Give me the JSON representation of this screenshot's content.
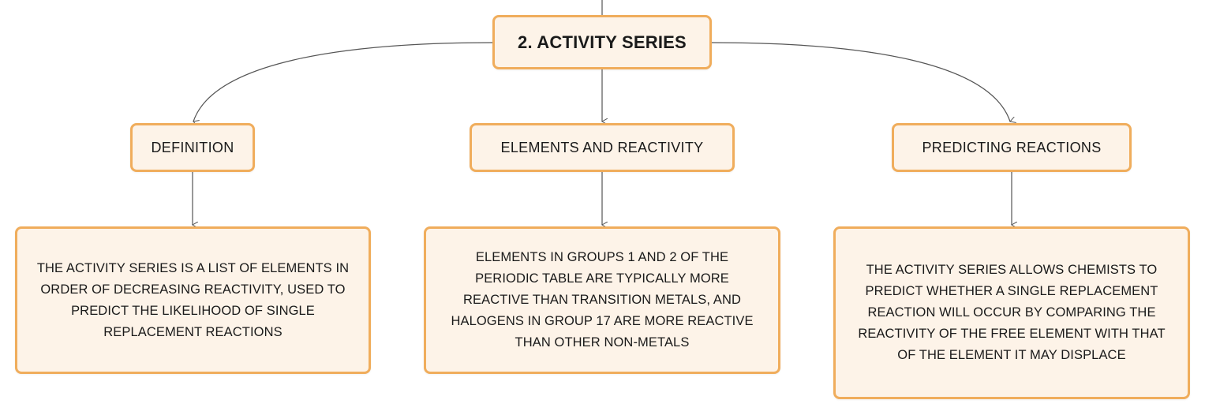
{
  "diagram": {
    "root": {
      "label": "2. ACTIVITY SERIES"
    },
    "branches": [
      {
        "label": "DEFINITION",
        "detail": "THE ACTIVITY SERIES IS A LIST OF ELEMENTS IN ORDER OF DECREASING REACTIVITY, USED TO PREDICT THE LIKELIHOOD OF SINGLE REPLACEMENT REACTIONS"
      },
      {
        "label": "ELEMENTS AND REACTIVITY",
        "detail": "ELEMENTS IN GROUPS 1 AND 2 OF THE PERIODIC TABLE ARE TYPICALLY MORE REACTIVE THAN TRANSITION METALS, AND HALOGENS IN GROUP 17 ARE MORE REACTIVE THAN OTHER NON-METALS"
      },
      {
        "label": "PREDICTING REACTIONS",
        "detail": "THE ACTIVITY SERIES ALLOWS CHEMISTS TO PREDICT WHETHER A SINGLE REPLACEMENT REACTION WILL OCCUR BY COMPARING THE REACTIVITY OF THE FREE ELEMENT WITH THAT OF THE ELEMENT IT MAY DISPLACE"
      }
    ]
  },
  "colors": {
    "node_fill": "#fdf3e8",
    "node_border": "#f0ad5c",
    "connector": "#555555"
  }
}
